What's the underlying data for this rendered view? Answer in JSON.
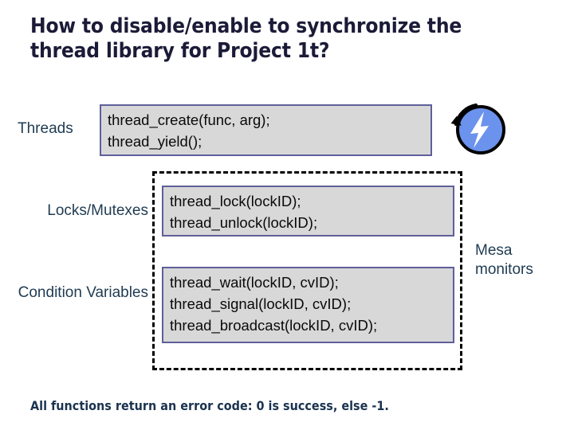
{
  "slide": {
    "title": "How to disable/enable to synchronize the thread library for Project 1t?",
    "footer_note": "All functions return an error code: 0 is success, else -1.",
    "colors": {
      "title_text": "#1b1b38",
      "label_text": "#1f3b52",
      "code_text": "#0a0a0a",
      "box_fill": "#d8d8d8",
      "box_border": "#5f5f9a",
      "group_border": "#000000",
      "badge_fill": "#6b92ec",
      "badge_outline": "#000000",
      "bolt_fill": "#ffffff"
    }
  },
  "groups": {
    "threads": {
      "label": "Threads",
      "lines": [
        "thread_create(func, arg);",
        "thread_yield();"
      ]
    },
    "locks": {
      "label": "Locks/Mutexes",
      "lines": [
        "thread_lock(lockID);",
        "thread_unlock(lockID);"
      ]
    },
    "condition_variables": {
      "label": "Condition Variables",
      "lines": [
        "thread_wait(lockID, cvID);",
        "thread_signal(lockID, cvID);",
        "thread_broadcast(lockID, cvID);"
      ]
    }
  },
  "annotations": {
    "mesa_monitors": "Mesa monitors",
    "badge_icon": "lightning-bolt-icon",
    "rotate_arrow_icon": "curved-arrow-icon"
  }
}
